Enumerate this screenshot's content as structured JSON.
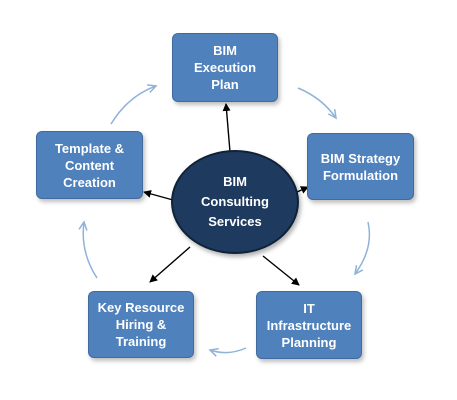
{
  "diagram": {
    "center": {
      "label": "BIM\nConsulting\nServices"
    },
    "nodes": [
      {
        "id": "bim-execution-plan",
        "label": "BIM\nExecution\nPlan"
      },
      {
        "id": "bim-strategy-formulation",
        "label": "BIM Strategy\nFormulation"
      },
      {
        "id": "it-infrastructure-planning",
        "label": "IT\nInfrastructure\nPlanning"
      },
      {
        "id": "key-resource-hiring-training",
        "label": "Key Resource\nHiring &\nTraining"
      },
      {
        "id": "template-content-creation",
        "label": "Template &\nContent\nCreation"
      }
    ],
    "colors": {
      "node_fill": "#4f81bd",
      "hub_fill": "#1f3a5f",
      "cycle_arrow": "#8fb2d9",
      "spoke_arrow": "#000000"
    }
  }
}
